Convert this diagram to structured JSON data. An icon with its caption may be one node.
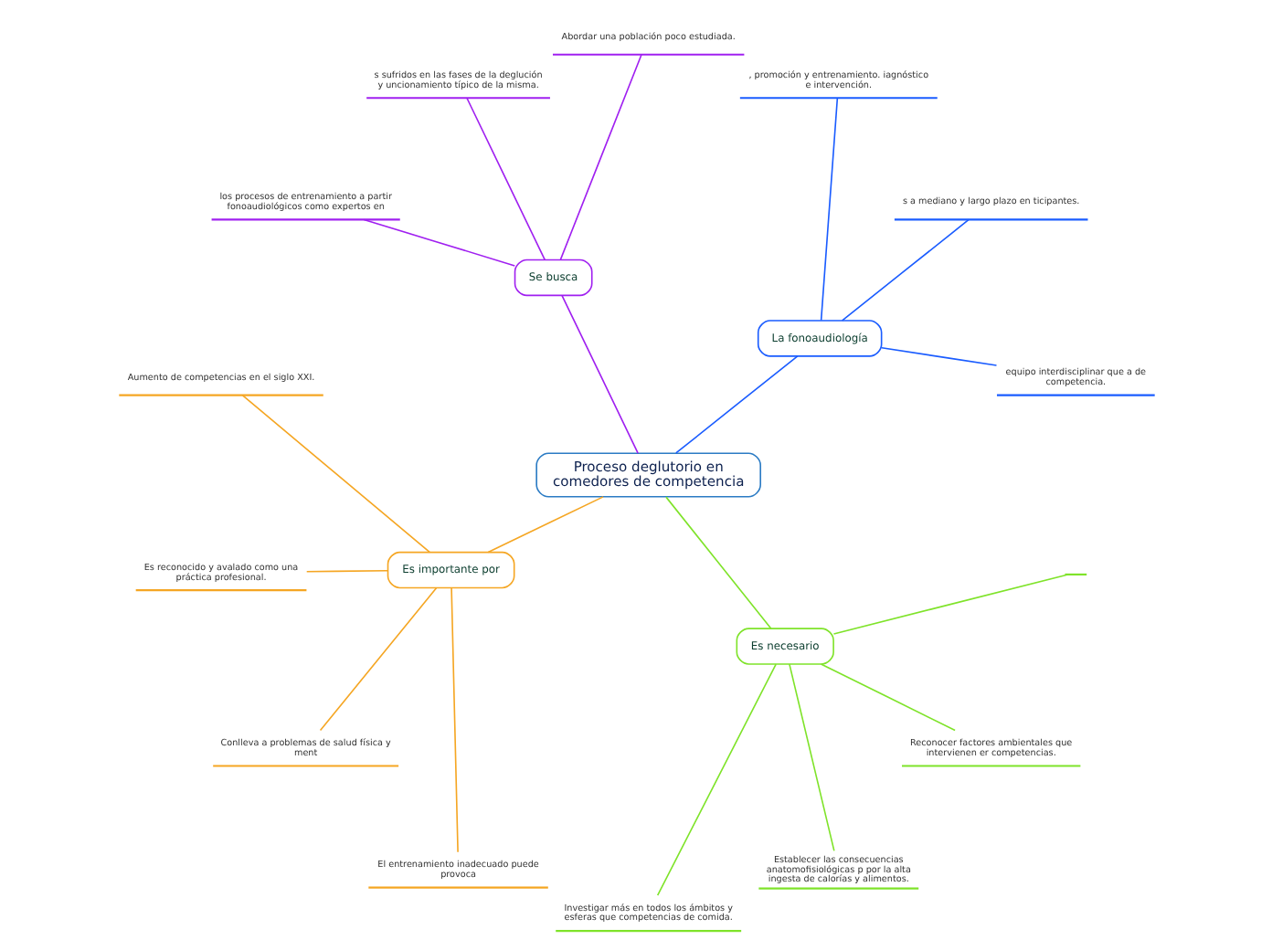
{
  "diagram": {
    "nodes": [
      {
        "text": [
          "Proceso deglutorio en comedores de competencia"
        ]
      },
      {
        "text": [
          "La fonoaudiología"
        ]
      },
      {
        "text": [
          "equipo interdisciplinar que a de competencia."
        ]
      },
      {
        "text": [
          "s a mediano y largo plazo en ticipantes."
        ]
      },
      {
        "text": [
          ", promoción y entrenamiento. iagnóstico e intervención."
        ]
      },
      {
        "text": [
          "Se busca"
        ]
      },
      {
        "text": [
          "Abordar una población poco estudiada."
        ]
      },
      {
        "text": [
          "s sufridos en las fases de la deglución y uncionamiento típico de la misma."
        ]
      },
      {
        "text": [
          "los procesos de entrenamiento a partir fonoaudiológicos como expertos en"
        ]
      },
      {
        "text": [
          "Es importante por"
        ]
      },
      {
        "text": [
          "Aumento de competencias en el siglo XXI."
        ]
      },
      {
        "text": [
          "Es reconocido y avalado como una práctica profesional."
        ]
      },
      {
        "text": [
          "Conlleva a problemas de salud física y ment"
        ]
      },
      {
        "text": [
          "El entrenamiento inadecuado puede provoca"
        ]
      },
      {
        "text": [
          "Es necesario"
        ]
      },
      {
        "text": [
          "Investigar más en todos los ámbitos y esferas que competencias de comida."
        ]
      },
      {
        "text": [
          "Establecer las consecuencias anatomofisiológicas p por la alta ingesta de calorías y alimentos."
        ]
      },
      {
        "text": [
          "Reconocer factores ambientales que intervienen er competencias."
        ]
      },
      {
        "text": [],
        "shape": "bar"
      }
    ],
    "edges": [
      {
        "from": 0,
        "to": 1,
        "arrow": "none",
        "color": "#1a5cff"
      },
      {
        "from": 1,
        "to": 2,
        "arrow": "none",
        "color": "#1a5cff"
      },
      {
        "from": 1,
        "to": 3,
        "arrow": "none",
        "color": "#1a5cff"
      },
      {
        "from": 1,
        "to": 4,
        "arrow": "none",
        "color": "#1a5cff"
      },
      {
        "from": 0,
        "to": 5,
        "arrow": "none",
        "color": "#a020f0"
      },
      {
        "from": 5,
        "to": 6,
        "arrow": "none",
        "color": "#a020f0"
      },
      {
        "from": 5,
        "to": 7,
        "arrow": "none",
        "color": "#a020f0"
      },
      {
        "from": 5,
        "to": 8,
        "arrow": "none",
        "color": "#a020f0"
      },
      {
        "from": 0,
        "to": 9,
        "arrow": "none",
        "color": "#f5a623"
      },
      {
        "from": 9,
        "to": 10,
        "arrow": "none",
        "color": "#f5a623"
      },
      {
        "from": 9,
        "to": 11,
        "arrow": "none",
        "color": "#f5a623"
      },
      {
        "from": 9,
        "to": 12,
        "arrow": "none",
        "color": "#f5a623"
      },
      {
        "from": 9,
        "to": 13,
        "arrow": "none",
        "color": "#f5a623"
      },
      {
        "from": 0,
        "to": 14,
        "arrow": "none",
        "color": "#7fe32a"
      },
      {
        "from": 14,
        "to": 15,
        "arrow": "none",
        "color": "#7fe32a"
      },
      {
        "from": 14,
        "to": 16,
        "arrow": "none",
        "color": "#7fe32a"
      },
      {
        "from": 14,
        "to": 17,
        "arrow": "none",
        "color": "#7fe32a"
      },
      {
        "from": 14,
        "to": 18,
        "arrow": "none",
        "color": "#7fe32a"
      }
    ]
  }
}
